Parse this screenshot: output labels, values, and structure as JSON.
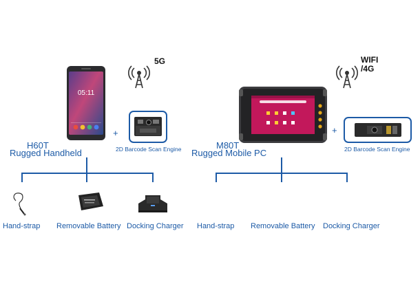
{
  "left": {
    "device_model": "H60T",
    "device_name": "Rugged Handheld",
    "screen_time": "05:11",
    "network": "5G",
    "plus": "+",
    "engine_label": "2D Barcode Scan Engine",
    "accessories": [
      "Hand-strap",
      "Removable Battery",
      "Docking Charger"
    ]
  },
  "right": {
    "device_model": "M80T",
    "device_name": "Rugged Mobile PC",
    "network_line1": "WIFI",
    "network_line2": "/4G",
    "plus": "+",
    "engine_label": "2D Barcode Scan Engine",
    "accessories": [
      "Hand-strap",
      "Removable Battery",
      "Docking Charger"
    ]
  },
  "colors": {
    "accent": "#1c5aa6",
    "tablet_screen": "#c2185b"
  }
}
